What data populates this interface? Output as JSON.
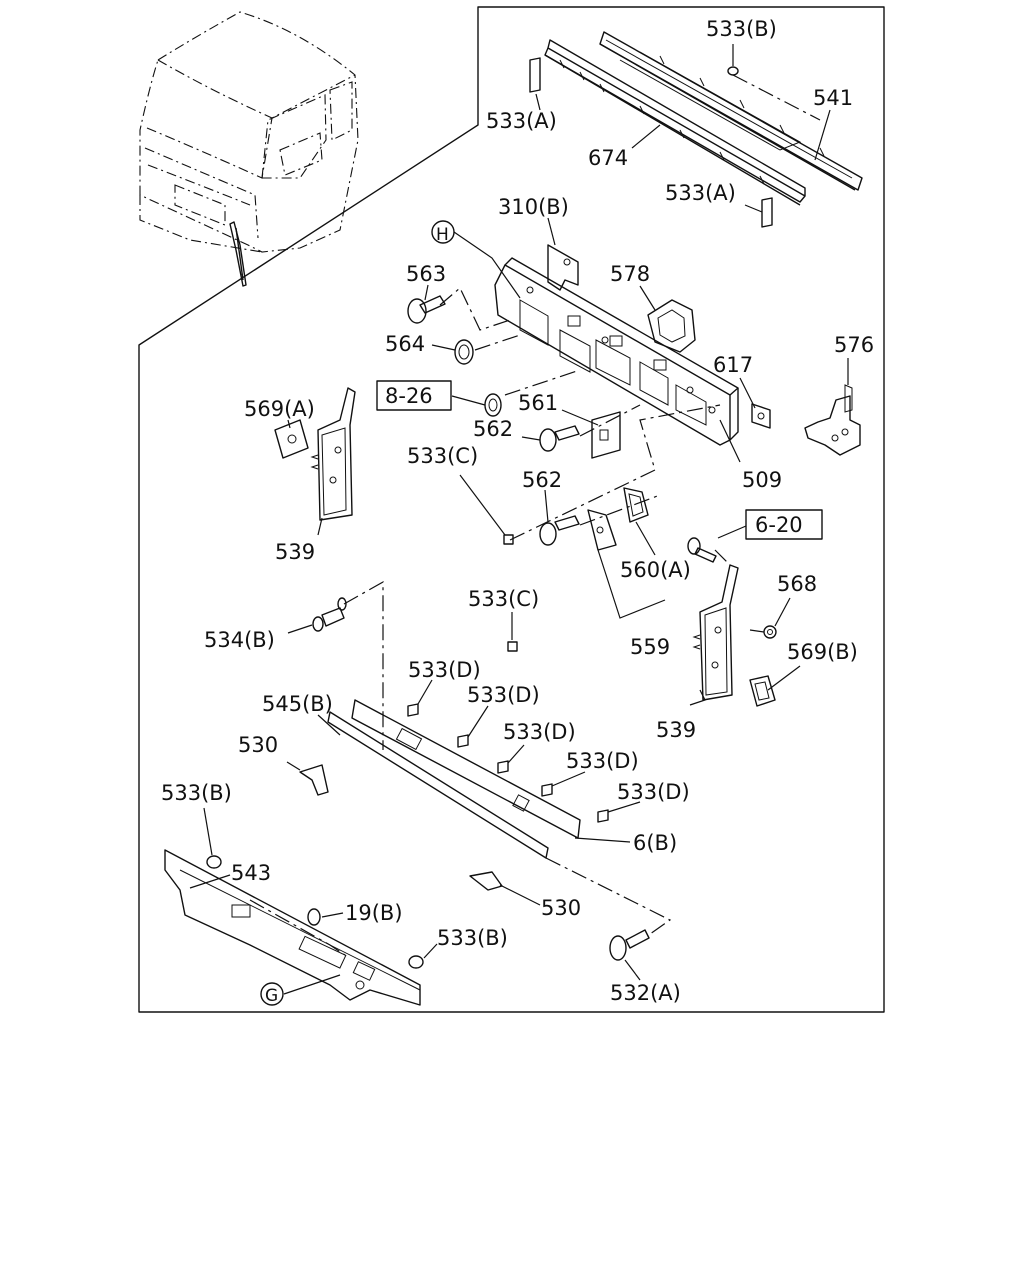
{
  "labels": {
    "p533B_top": "533(B)",
    "p541": "541",
    "p533A_a": "533(A)",
    "p674": "674",
    "p533A_b": "533(A)",
    "p310B": "310(B)",
    "pH": "H",
    "p563": "563",
    "p578": "578",
    "p564": "564",
    "p576": "576",
    "p569A": "569(A)",
    "ref826": "8-26",
    "p617": "617",
    "p561": "561",
    "p562a": "562",
    "p533C_a": "533(C)",
    "p509": "509",
    "p539a": "539",
    "p562b": "562",
    "ref620": "6-20",
    "p560A": "560(A)",
    "p568": "568",
    "p533C_b": "533(C)",
    "p534B": "534(B)",
    "p559": "559",
    "p569B": "569(B)",
    "p533D_1": "533(D)",
    "p545B": "545(B)",
    "p533D_2": "533(D)",
    "p539b": "539",
    "p530a": "530",
    "p533D_3": "533(D)",
    "p533D_4": "533(D)",
    "p533B_left": "533(B)",
    "p533D_5": "533(D)",
    "p6B": "6(B)",
    "p543": "543",
    "p530b": "530",
    "p19B": "19(B)",
    "p533B_bottom": "533(B)",
    "pG": "G",
    "p532A": "532(A)"
  }
}
